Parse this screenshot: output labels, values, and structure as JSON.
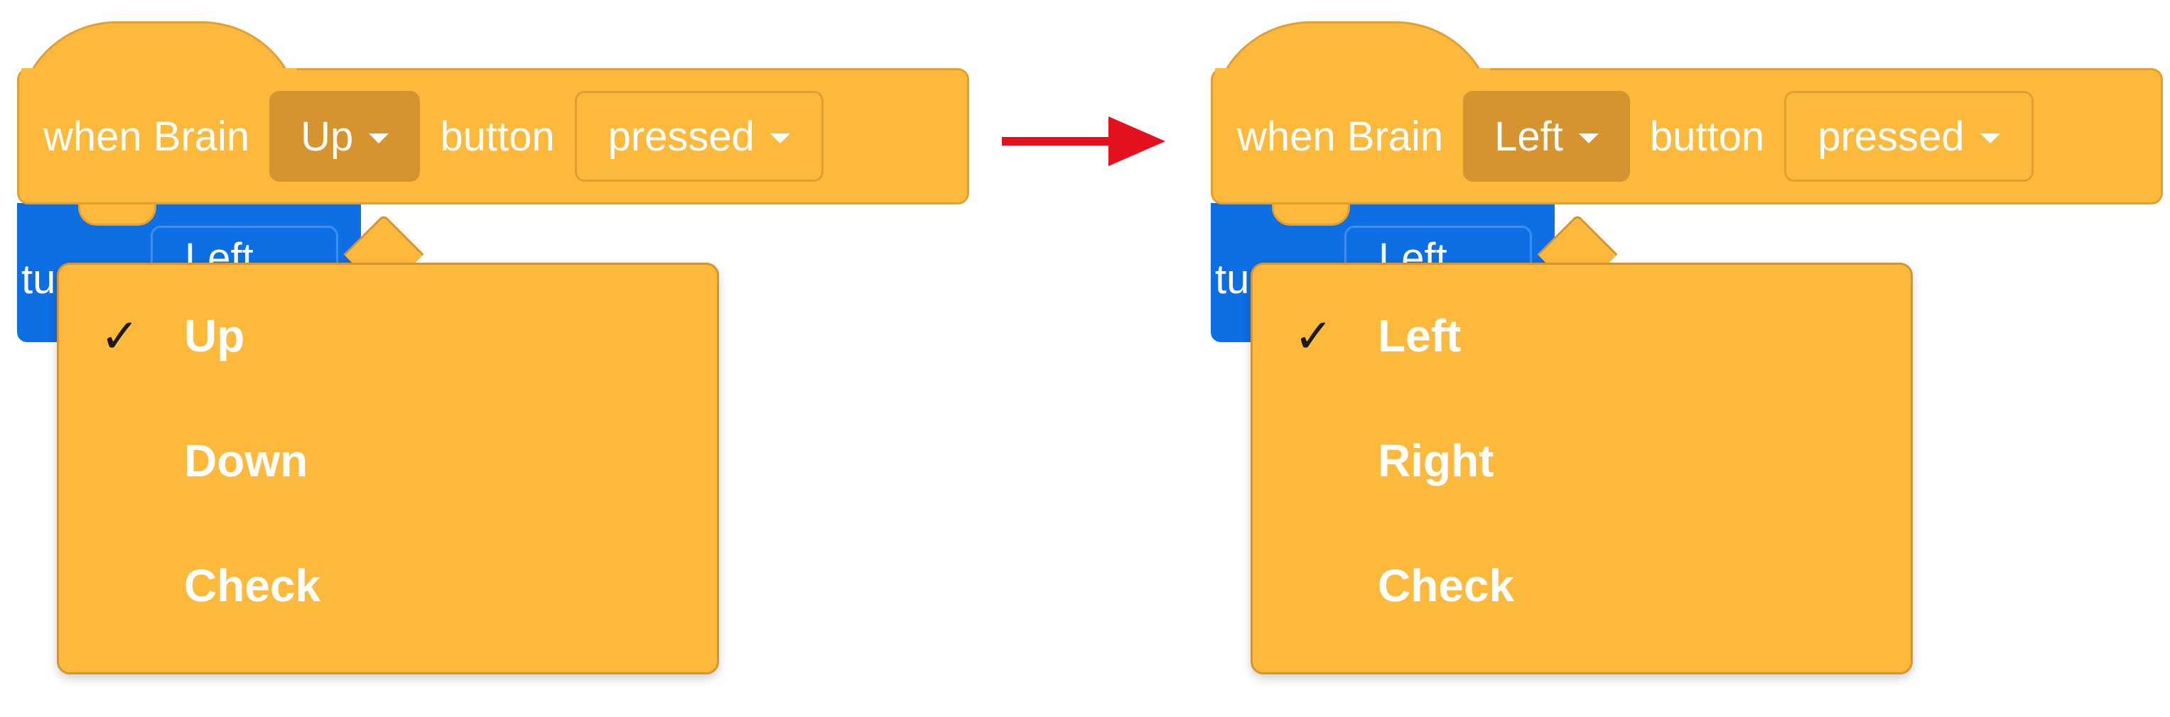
{
  "before": {
    "block": {
      "prefix": "when Brain",
      "selected_button": "Up",
      "middle": "button",
      "state": "pressed"
    },
    "blue_block": {
      "text": "tu",
      "field": "Left"
    },
    "menu": {
      "items": [
        {
          "label": "Up",
          "checked": true
        },
        {
          "label": "Down",
          "checked": false
        },
        {
          "label": "Check",
          "checked": false
        }
      ]
    }
  },
  "after": {
    "block": {
      "prefix": "when Brain",
      "selected_button": "Left",
      "middle": "button",
      "state": "pressed"
    },
    "blue_block": {
      "text": "tu",
      "field": "Left"
    },
    "menu": {
      "items": [
        {
          "label": "Left",
          "checked": true
        },
        {
          "label": "Right",
          "checked": false
        },
        {
          "label": "Check",
          "checked": false
        }
      ]
    }
  },
  "icons": {
    "check": "✓",
    "arrow": "arrow-right-icon",
    "caret": "caret-down-icon"
  },
  "colors": {
    "event_orange": "#fdb93b",
    "field_dark": "#d69430",
    "motion_blue": "#0d6fe3",
    "arrow_red": "#e3101d"
  }
}
